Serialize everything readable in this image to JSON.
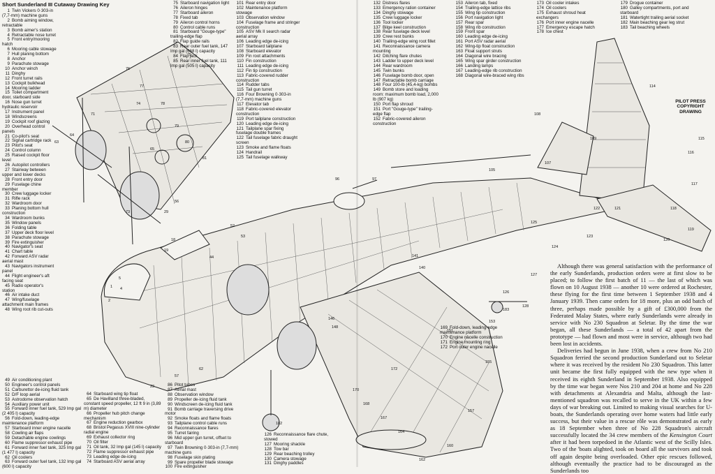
{
  "title": "Short Sunderland III Cutaway Drawing Key",
  "copyright": "PILOT PRESS COPYRIGHT DRAWING",
  "key_col1": [
    [
      "1",
      "Twin Vickers 0·303-in (7,7-mm) machine guns"
    ],
    [
      "2",
      "Bomb aiming window, retractable"
    ],
    [
      "3",
      "Bomb aimer's station"
    ],
    [
      "4",
      "Retractable nose turret"
    ],
    [
      "5",
      "Front entry/mooring hatch"
    ],
    [
      "6",
      "Mooring cable stowage"
    ],
    [
      "7",
      "Hull planing bottom"
    ],
    [
      "8",
      "Anchor"
    ],
    [
      "9",
      "Parachute stowage"
    ],
    [
      "10",
      "Anchor winch"
    ],
    [
      "11",
      "Dinghy"
    ],
    [
      "12",
      "Front turret rails"
    ],
    [
      "13",
      "Cockpit bulkhead"
    ],
    [
      "14",
      "Mooring ladder"
    ],
    [
      "15",
      "Toilet compartment door, starboard side"
    ],
    [
      "16",
      "Nose gun turret hydraulic reservoir"
    ],
    [
      "17",
      "Instrument panel"
    ],
    [
      "18",
      "Windscreens"
    ],
    [
      "19",
      "Cockpit roof glazing"
    ],
    [
      "20",
      "Overhead control panels"
    ],
    [
      "21",
      "Co-pilot's seat"
    ],
    [
      "22",
      "Signal cartridge rack"
    ],
    [
      "23",
      "Pilot's seat"
    ],
    [
      "24",
      "Control column"
    ],
    [
      "25",
      "Raised cockpit floor level"
    ],
    [
      "26",
      "Autopilot controllers"
    ],
    [
      "27",
      "Stairway between upper and lower decks"
    ],
    [
      "28",
      "Front entry door"
    ],
    [
      "29",
      "Fuselage chine member"
    ],
    [
      "30",
      "Crew luggage locker"
    ],
    [
      "31",
      "Rifle rack"
    ],
    [
      "32",
      "Wardroom door"
    ],
    [
      "33",
      "Planing bottom hull construction"
    ],
    [
      "34",
      "Wardroom bunks"
    ],
    [
      "35",
      "Window panels"
    ],
    [
      "36",
      "Folding table"
    ],
    [
      "37",
      "Upper deck floor level"
    ],
    [
      "38",
      "Parachute stowage"
    ],
    [
      "39",
      "Fire extinguisher"
    ],
    [
      "40",
      "Navigator's seat"
    ],
    [
      "41",
      "Chart table"
    ],
    [
      "42",
      "Forward ASV radar aerial mast"
    ],
    [
      "43",
      "Navigators instrument panel"
    ],
    [
      "44",
      "Flight engineer's aft facing seat"
    ],
    [
      "45",
      "Radio operator's station"
    ],
    [
      "46",
      "Air intake duct"
    ],
    [
      "47",
      "Wing/fuselage attachment main frames"
    ],
    [
      "48",
      "Wing root rib cut-outs"
    ]
  ],
  "key_col2": [
    [
      "75",
      "Starboard navigation light"
    ],
    [
      "76",
      "Aileron hinges"
    ],
    [
      "77",
      "Starboard aileron"
    ],
    [
      "78",
      "Fixed tab"
    ],
    [
      "79",
      "Aileron control horns"
    ],
    [
      "80",
      "Control cable runs"
    ],
    [
      "81",
      "Starboard \"Gouge-type\" trailing-edge flap"
    ],
    [
      "82",
      "Flap guide rails"
    ],
    [
      "83",
      "Rear outer fuel tank, 147 Imp gal (668 l) capacity"
    ],
    [
      "84",
      "Flap jack"
    ],
    [
      "85",
      "Rear inner fuel tank, 111 Imp gal (505 l) capacity"
    ]
  ],
  "key_col3": [
    [
      "101",
      "Rear entry door"
    ],
    [
      "102",
      "Maintenance platform stowage"
    ],
    [
      "103",
      "Observation window"
    ],
    [
      "104",
      "Fuselage frame and stringer construction"
    ],
    [
      "105",
      "ASV Mk II search radar aerial array"
    ],
    [
      "106",
      "Leading edge de-icing"
    ],
    [
      "107",
      "Starboard tailplane"
    ],
    [
      "108",
      "Starboard elevator"
    ],
    [
      "109",
      "Fin root attachments"
    ],
    [
      "110",
      "Fin construction"
    ],
    [
      "111",
      "Leading edge de-icing"
    ],
    [
      "112",
      "Fin tip construction"
    ],
    [
      "113",
      "Fabric-covered rudder construction"
    ],
    [
      "114",
      "Rudder tabs"
    ],
    [
      "115",
      "Tail gun turret"
    ],
    [
      "116",
      "Four Browning 0·303-in (7,7-mm) machine guns"
    ],
    [
      "117",
      "Elevator tab"
    ],
    [
      "118",
      "Fabric-covered elevator construction"
    ],
    [
      "119",
      "Port tailplane construction"
    ],
    [
      "120",
      "Leading edge de-icing"
    ],
    [
      "121",
      "Tailplane spar fixing fuselage double frames"
    ],
    [
      "122",
      "Tail fuselage fabric draught screen"
    ],
    [
      "123",
      "Smoke and flame floats"
    ],
    [
      "124",
      "Handrail"
    ],
    [
      "125",
      "Tail fuselage walkway"
    ]
  ],
  "key_col4": [
    [
      "132",
      "Distress flares"
    ],
    [
      "133",
      "Emergency ration container"
    ],
    [
      "134",
      "Dinghy stowage"
    ],
    [
      "135",
      "Crew luggage locker"
    ],
    [
      "136",
      "Tool locker"
    ],
    [
      "137",
      "Bilge keel construction"
    ],
    [
      "138",
      "Rear fuselage deck level"
    ],
    [
      "139",
      "Crew rest bunks"
    ],
    [
      "140",
      "Trailing-edge wing root fillet"
    ],
    [
      "141",
      "Reconnaissance camera mounting"
    ],
    [
      "142",
      "Ditching flare chutes"
    ],
    [
      "143",
      "Ladder to upper deck level"
    ],
    [
      "144",
      "Rear wardroom"
    ],
    [
      "145",
      "Twin bunks"
    ],
    [
      "146",
      "Fuselage bomb door, open"
    ],
    [
      "147",
      "Retractable bomb carriage"
    ],
    [
      "148",
      "Four 100-lb (45,4-kg) bombs"
    ],
    [
      "149",
      "Bomb store and loading room: maximum bomb load, 2,000 lb (907 kg)"
    ],
    [
      "150",
      "Port flap shroud"
    ],
    [
      "151",
      "Port \"Gouge-type\" trailing-edge flap"
    ],
    [
      "152",
      "Fabric-covered aileron construction"
    ]
  ],
  "key_col5": [
    [
      "153",
      "Aileron tab, fixed"
    ],
    [
      "154",
      "Trailing-edge lattice ribs"
    ],
    [
      "155",
      "Wing tip construction"
    ],
    [
      "156",
      "Port navigation light"
    ],
    [
      "157",
      "Rear spar"
    ],
    [
      "158",
      "Wing rib construction"
    ],
    [
      "159",
      "Front spar"
    ],
    [
      "160",
      "Leading edge de-icing"
    ],
    [
      "161",
      "Port ASV radar aerial"
    ],
    [
      "162",
      "Wing-tip float construction"
    ],
    [
      "163",
      "Float support struts"
    ],
    [
      "164",
      "Diagonal wire bracing"
    ],
    [
      "165",
      "Wing spar girder construction"
    ],
    [
      "166",
      "Landing lamps"
    ],
    [
      "167",
      "Leading-edge rib construction"
    ],
    [
      "168",
      "Diagonal wire-braced wing ribs"
    ]
  ],
  "key_col6": [
    [
      "173",
      "Oil cooler intakes"
    ],
    [
      "174",
      "Oil coolers"
    ],
    [
      "175",
      "Exhaust shroud heat exchangers"
    ],
    [
      "176",
      "Port inner engine nacelle"
    ],
    [
      "177",
      "Emergency escape hatch"
    ],
    [
      "178",
      "Ice chest"
    ]
  ],
  "key_col7": [
    [
      "179",
      "Drogue container"
    ],
    [
      "180",
      "Galley compartments, port and starboard"
    ],
    [
      "181",
      "Watertight trailing aerial socket"
    ],
    [
      "182",
      "Main beaching gear leg strut"
    ],
    [
      "183",
      "Tail beaching wheels"
    ]
  ],
  "key_col8": [
    [
      "49",
      "Air conditioning plant"
    ],
    [
      "50",
      "Engineer's control panels"
    ],
    [
      "51",
      "Carburettor de-icing fluid tank"
    ],
    [
      "52",
      "D/F loop aerial"
    ],
    [
      "53",
      "Astrodome observation hatch"
    ],
    [
      "54",
      "Auxiliary power unit"
    ],
    [
      "55",
      "Forward inner fuel tank, 529 Imp gal (2 405 l) capacity"
    ],
    [
      "56",
      "Fold-down, leading-edge maintenance platform"
    ],
    [
      "57",
      "Starboard inner engine nacelle"
    ],
    [
      "58",
      "Cowling air flaps"
    ],
    [
      "59",
      "Detachable engine cowlings"
    ],
    [
      "60",
      "Flame suppressor exhaust pipe"
    ],
    [
      "61",
      "Forward inner fuel tank, 325 Imp gal (1 477 l) capacity"
    ],
    [
      "62",
      "Oil coolers"
    ],
    [
      "63",
      "Forward outer fuel tank, 132 Imp gal (600 l) capacity"
    ]
  ],
  "key_col9": [
    [
      "64",
      "Starboard wing tip float"
    ],
    [
      "65",
      "De Havilland three-bladed, constant speed propeller, 12 ft 9 in (3,89 m) diameter"
    ],
    [
      "66",
      "Propeller hub pitch change mechanism"
    ],
    [
      "67",
      "Engine reduction gearbox"
    ],
    [
      "68",
      "Bristol Pegasus XVIII nine-cylinder radial engine"
    ],
    [
      "69",
      "Exhaust collector ring"
    ],
    [
      "70",
      "Oil filter"
    ],
    [
      "71",
      "Oil tank, 32 Imp gal (145 l) capacity"
    ],
    [
      "72",
      "Flame suppressor exhaust pipe"
    ],
    [
      "73",
      "Leading edge de-icing"
    ],
    [
      "74",
      "Starboard ASV aerial array"
    ]
  ],
  "key_col10": [
    [
      "86",
      "Pitot tubes"
    ],
    [
      "87",
      "Aerial mast"
    ],
    [
      "88",
      "Observation window"
    ],
    [
      "89",
      "Propeller de-icing fluid tank"
    ],
    [
      "90",
      "Windscreen de-icing fluid tank"
    ],
    [
      "91",
      "Bomb carriage traversing drive motor"
    ],
    [
      "92",
      "Smoke floats and flame floats"
    ],
    [
      "93",
      "Tailplane control cable runs"
    ],
    [
      "94",
      "Reconnaissance flares"
    ],
    [
      "95",
      "Turret fairing"
    ],
    [
      "96",
      "Mid upper gun turret, offset to starboard"
    ],
    [
      "97",
      "Twin Browning 0·303-in (7,7-mm) machine guns"
    ],
    [
      "98",
      "Fuselage skin plating"
    ],
    [
      "99",
      "Spare propeller blade stowage"
    ],
    [
      "100",
      "Fire extinguisher"
    ]
  ],
  "key_col11": [
    [
      "126",
      "Reconnaissance flare chute, stowed"
    ],
    [
      "127",
      "Mooring shackle"
    ],
    [
      "128",
      "Tow bar"
    ],
    [
      "129",
      "Rear beaching trolley"
    ],
    [
      "130",
      "Camera stowage"
    ],
    [
      "131",
      "Dinghy paddles"
    ]
  ],
  "key_col12": [
    [
      "169",
      "Fold-down, leading-edge maintenance platform"
    ],
    [
      "170",
      "Engine nacelle construction"
    ],
    [
      "171",
      "Engine mounting ring"
    ],
    [
      "172",
      "Port outer engine nacelle"
    ]
  ],
  "article": [
    "Although there was general satisfaction with the performance of the early Sunderlands, production orders were at first slow to be placed; to follow the first batch of 11 — the last of which was flown on 10 August 1938 — another 10 were ordered at Rochester, these flying for the first time between 1 September 1938 and 4 January 1939. Then came orders for 18 more, plus an odd batch of three, perhaps made possible by a gift of £300,000 from the Federated Malay States, where early Sunderlands were already in service with No 230 Squadron at Seletar. By the time the war began, all these Sunderlands — a total of 42 apart from the prototype — had flown and most were in service, although two had been lost in accidents.",
    "Deliveries had begun in June 1938, when a crew from No 210 Squadron ferried the second production Sunderland out to Seletar where it was received by the resident No 230 Squadron. This latter unit became the first fully equipped with the new type when it received its eighth Sunderland in September 1938. Also equipped by the time war began were Nos 210 and 204 at home and No 228 with detachments at Alexandria and Malta, although the last-mentioned squadron was recalled to serve in the UK within a few days of war breaking out. Limited to making visual searches for U-boats, the Sunderlands operating over home waters had little early success, but their value in a rescue rôle was demonstrated as early as 18 September when three of No 228 Squadron's aircraft successfully located the 34 crew members of the",
    "Kensington Court",
    "after it had been torpedoed in the Atlantic west of the Scilly Isles. Two of the 'boats alighted, took on board all the survivors and took off again despite being overloaded. Other epic rescues followed, although eventually the practice had to be discouraged as the Sunderlands too"
  ],
  "artwork_callouts": [
    "75",
    "76",
    "77",
    "78",
    "79",
    "80",
    "81",
    "96",
    "97",
    "105",
    "107",
    "108",
    "109",
    "114",
    "115",
    "116",
    "117",
    "118",
    "119",
    "120",
    "121",
    "122",
    "123",
    "124",
    "125",
    "126",
    "127",
    "128",
    "140",
    "141",
    "146",
    "148",
    "151",
    "153",
    "155",
    "157",
    "160",
    "162",
    "164",
    "167",
    "168",
    "170",
    "172",
    "182",
    "183",
    "52",
    "53",
    "44",
    "5",
    "1",
    "2",
    "4",
    "18",
    "19",
    "23",
    "29",
    "56",
    "57",
    "62",
    "63",
    "64",
    "65",
    "71",
    "73",
    "74"
  ]
}
